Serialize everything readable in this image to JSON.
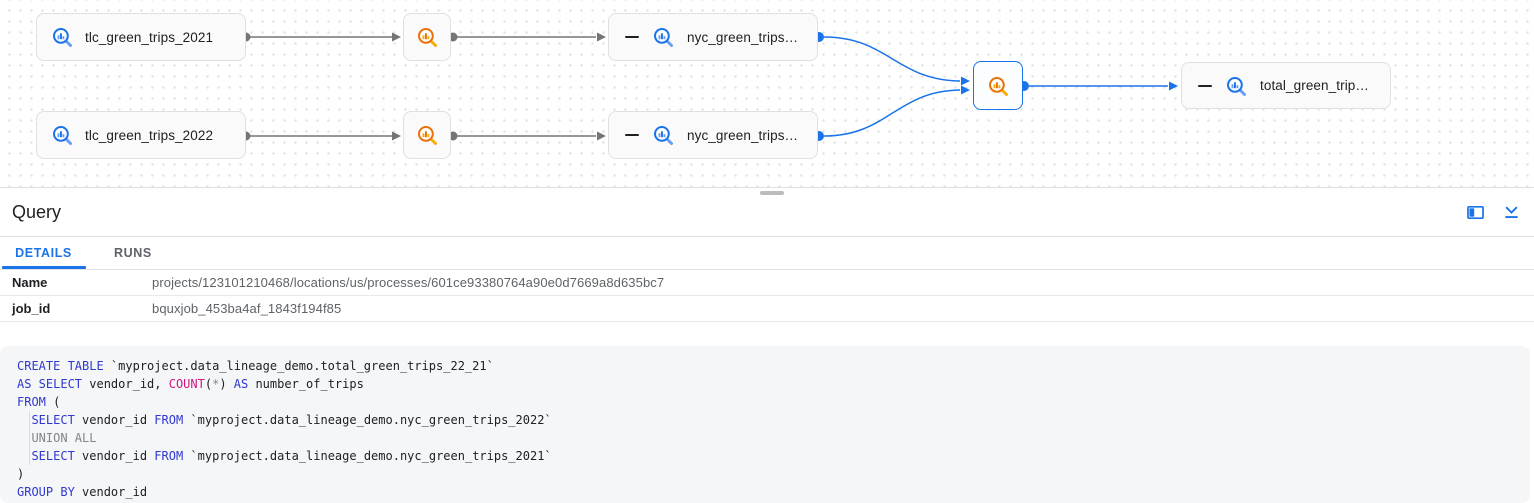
{
  "colors": {
    "accent": "#1a73e8",
    "edge-gray": "#757575",
    "table-blue": "#1a73e8",
    "table-blue-light": "#669df6",
    "process-orange": "#e8710a",
    "process-orange-light": "#f9ab00",
    "kw": "#3038d0",
    "fn": "#d01884",
    "muted": "#80868b"
  },
  "graph": {
    "nodes": [
      {
        "label": "tlc_green_trips_2021"
      },
      {
        "label": "tlc_green_trips_2022"
      },
      {
        "label": "nyc_green_trips…"
      },
      {
        "label": "nyc_green_trips…"
      },
      {
        "label": "total_green_trip…"
      }
    ],
    "icons": {
      "table": "bigquery-table-icon",
      "process": "bigquery-process-icon",
      "collapse_node": "minus-icon"
    }
  },
  "panel": {
    "title": "Query",
    "icons": {
      "side_panel": "side-panel-icon",
      "collapse": "collapse-panel-icon"
    },
    "tabs": [
      {
        "label": "DETAILS",
        "active": true
      },
      {
        "label": "RUNS",
        "active": false
      }
    ],
    "details": [
      {
        "label": "Name",
        "value": "projects/123101210468/locations/us/processes/601ce93380764a90e0d7669a8d635bc7"
      },
      {
        "label": "job_id",
        "value": "bquxjob_453ba4af_1843f194f85"
      }
    ]
  },
  "code": {
    "lines": [
      [
        {
          "t": "CREATE TABLE",
          "c": "kw"
        },
        {
          "t": " `myproject.data_lineage_demo.total_green_trips_22_21`",
          "c": "pl"
        }
      ],
      [
        {
          "t": "AS SELECT",
          "c": "kw"
        },
        {
          "t": " vendor_id, ",
          "c": "pl"
        },
        {
          "t": "COUNT",
          "c": "fn"
        },
        {
          "t": "(",
          "c": "pl"
        },
        {
          "t": "*",
          "c": "gr"
        },
        {
          "t": ") ",
          "c": "pl"
        },
        {
          "t": "AS",
          "c": "kw"
        },
        {
          "t": " number_of_trips",
          "c": "pl"
        }
      ],
      [
        {
          "t": "FROM",
          "c": "kw"
        },
        {
          "t": " (",
          "c": "pl"
        }
      ],
      [
        {
          "t": "  ",
          "c": "pl"
        },
        {
          "t": "SELECT",
          "c": "kw"
        },
        {
          "t": " vendor_id ",
          "c": "pl"
        },
        {
          "t": "FROM",
          "c": "kw"
        },
        {
          "t": " `myproject.data_lineage_demo.nyc_green_trips_2022`",
          "c": "pl"
        }
      ],
      [
        {
          "t": "  ",
          "c": "pl"
        },
        {
          "t": "UNION ALL",
          "c": "gr"
        }
      ],
      [
        {
          "t": "  ",
          "c": "pl"
        },
        {
          "t": "SELECT",
          "c": "kw"
        },
        {
          "t": " vendor_id ",
          "c": "pl"
        },
        {
          "t": "FROM",
          "c": "kw"
        },
        {
          "t": " `myproject.data_lineage_demo.nyc_green_trips_2021`",
          "c": "pl"
        }
      ],
      [
        {
          "t": ")",
          "c": "pl"
        }
      ],
      [
        {
          "t": "GROUP BY",
          "c": "kw"
        },
        {
          "t": " vendor_id",
          "c": "pl"
        }
      ]
    ]
  }
}
